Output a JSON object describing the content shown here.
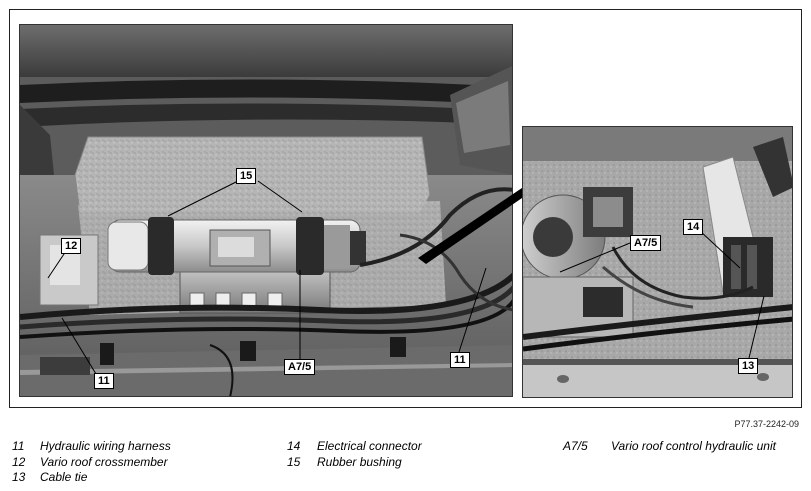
{
  "figure": {
    "callouts": {
      "c15": "15",
      "c12": "12",
      "c11_left": "11",
      "c11_mid": "11",
      "c_a75_main": "A7/5",
      "c14": "14",
      "c_a75_inset": "A7/5",
      "c13": "13"
    },
    "reference_code": "P77.37-2242-09"
  },
  "legend": {
    "col1": [
      {
        "num": "11",
        "text": "Hydraulic wiring harness"
      },
      {
        "num": "12",
        "text": "Vario roof crossmember"
      },
      {
        "num": "13",
        "text": "Cable tie"
      }
    ],
    "col2": [
      {
        "num": "14",
        "text": "Electrical connector"
      },
      {
        "num": "15",
        "text": "Rubber bushing"
      }
    ],
    "col3": [
      {
        "num": "A7/5",
        "text": "Vario roof control hydraulic unit"
      }
    ]
  }
}
